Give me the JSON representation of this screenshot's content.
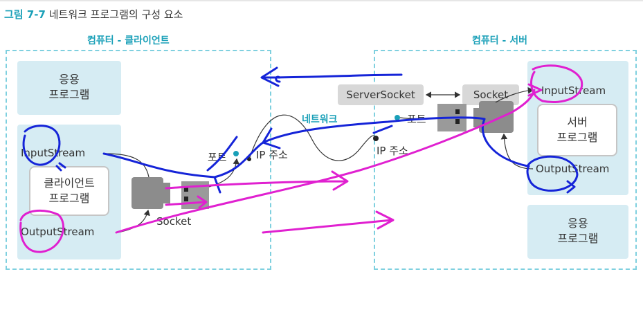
{
  "title": {
    "figure": "그림 7-7",
    "text": "네트워크 프로그램의 구성 요소"
  },
  "client": {
    "label": "컴퓨터 - 클라이언트",
    "app": [
      "응용",
      "프로그램"
    ],
    "input_stream": "InputStream",
    "output_stream": "OutputStream",
    "program": [
      "클라이언트",
      "프로그램"
    ],
    "socket": "Socket",
    "port": "포트",
    "ip": "IP 주소"
  },
  "network": {
    "label": "네트워크"
  },
  "server": {
    "label": "컴퓨터 - 서버",
    "server_socket": "ServerSocket",
    "socket": "Socket",
    "port": "포트",
    "ip": "IP 주소",
    "input_stream": "InputStream",
    "output_stream": "OutputStream",
    "program": [
      "서버",
      "프로그램"
    ],
    "app": [
      "응용",
      "프로그램"
    ]
  },
  "colors": {
    "accent": "#1aa0b8",
    "pane": "#d6ecf3",
    "annotation_blue": "#1524d8",
    "annotation_magenta": "#e020d0"
  }
}
